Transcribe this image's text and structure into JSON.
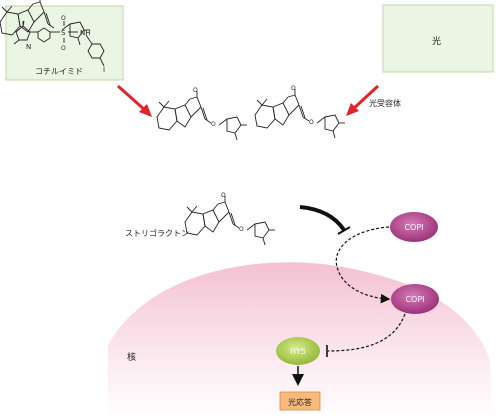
{
  "labels": {
    "cotylimide": "コチルイミド",
    "light": "光",
    "photoreceptor": "光受容体",
    "strigolactone": "ストリゴラクトン",
    "nucleus": "核",
    "cop1_top": "COPI",
    "cop1_bottom": "COPI",
    "hy5": "HY5",
    "light_response": "光応答"
  },
  "atoms": {
    "N": "N",
    "S": "S",
    "NH": "NH",
    "I": "I",
    "O": "O"
  },
  "colors": {
    "green_box_fill": "#eaf5e4",
    "green_box_stroke": "#b9d7a6",
    "arrow_red": "#e0242c",
    "cop1_purple": "#a0307e",
    "hy5_green": "#9ec23d",
    "light_response_fill": "#f8b97a",
    "nucleus_pink": "#f3c7d6"
  }
}
